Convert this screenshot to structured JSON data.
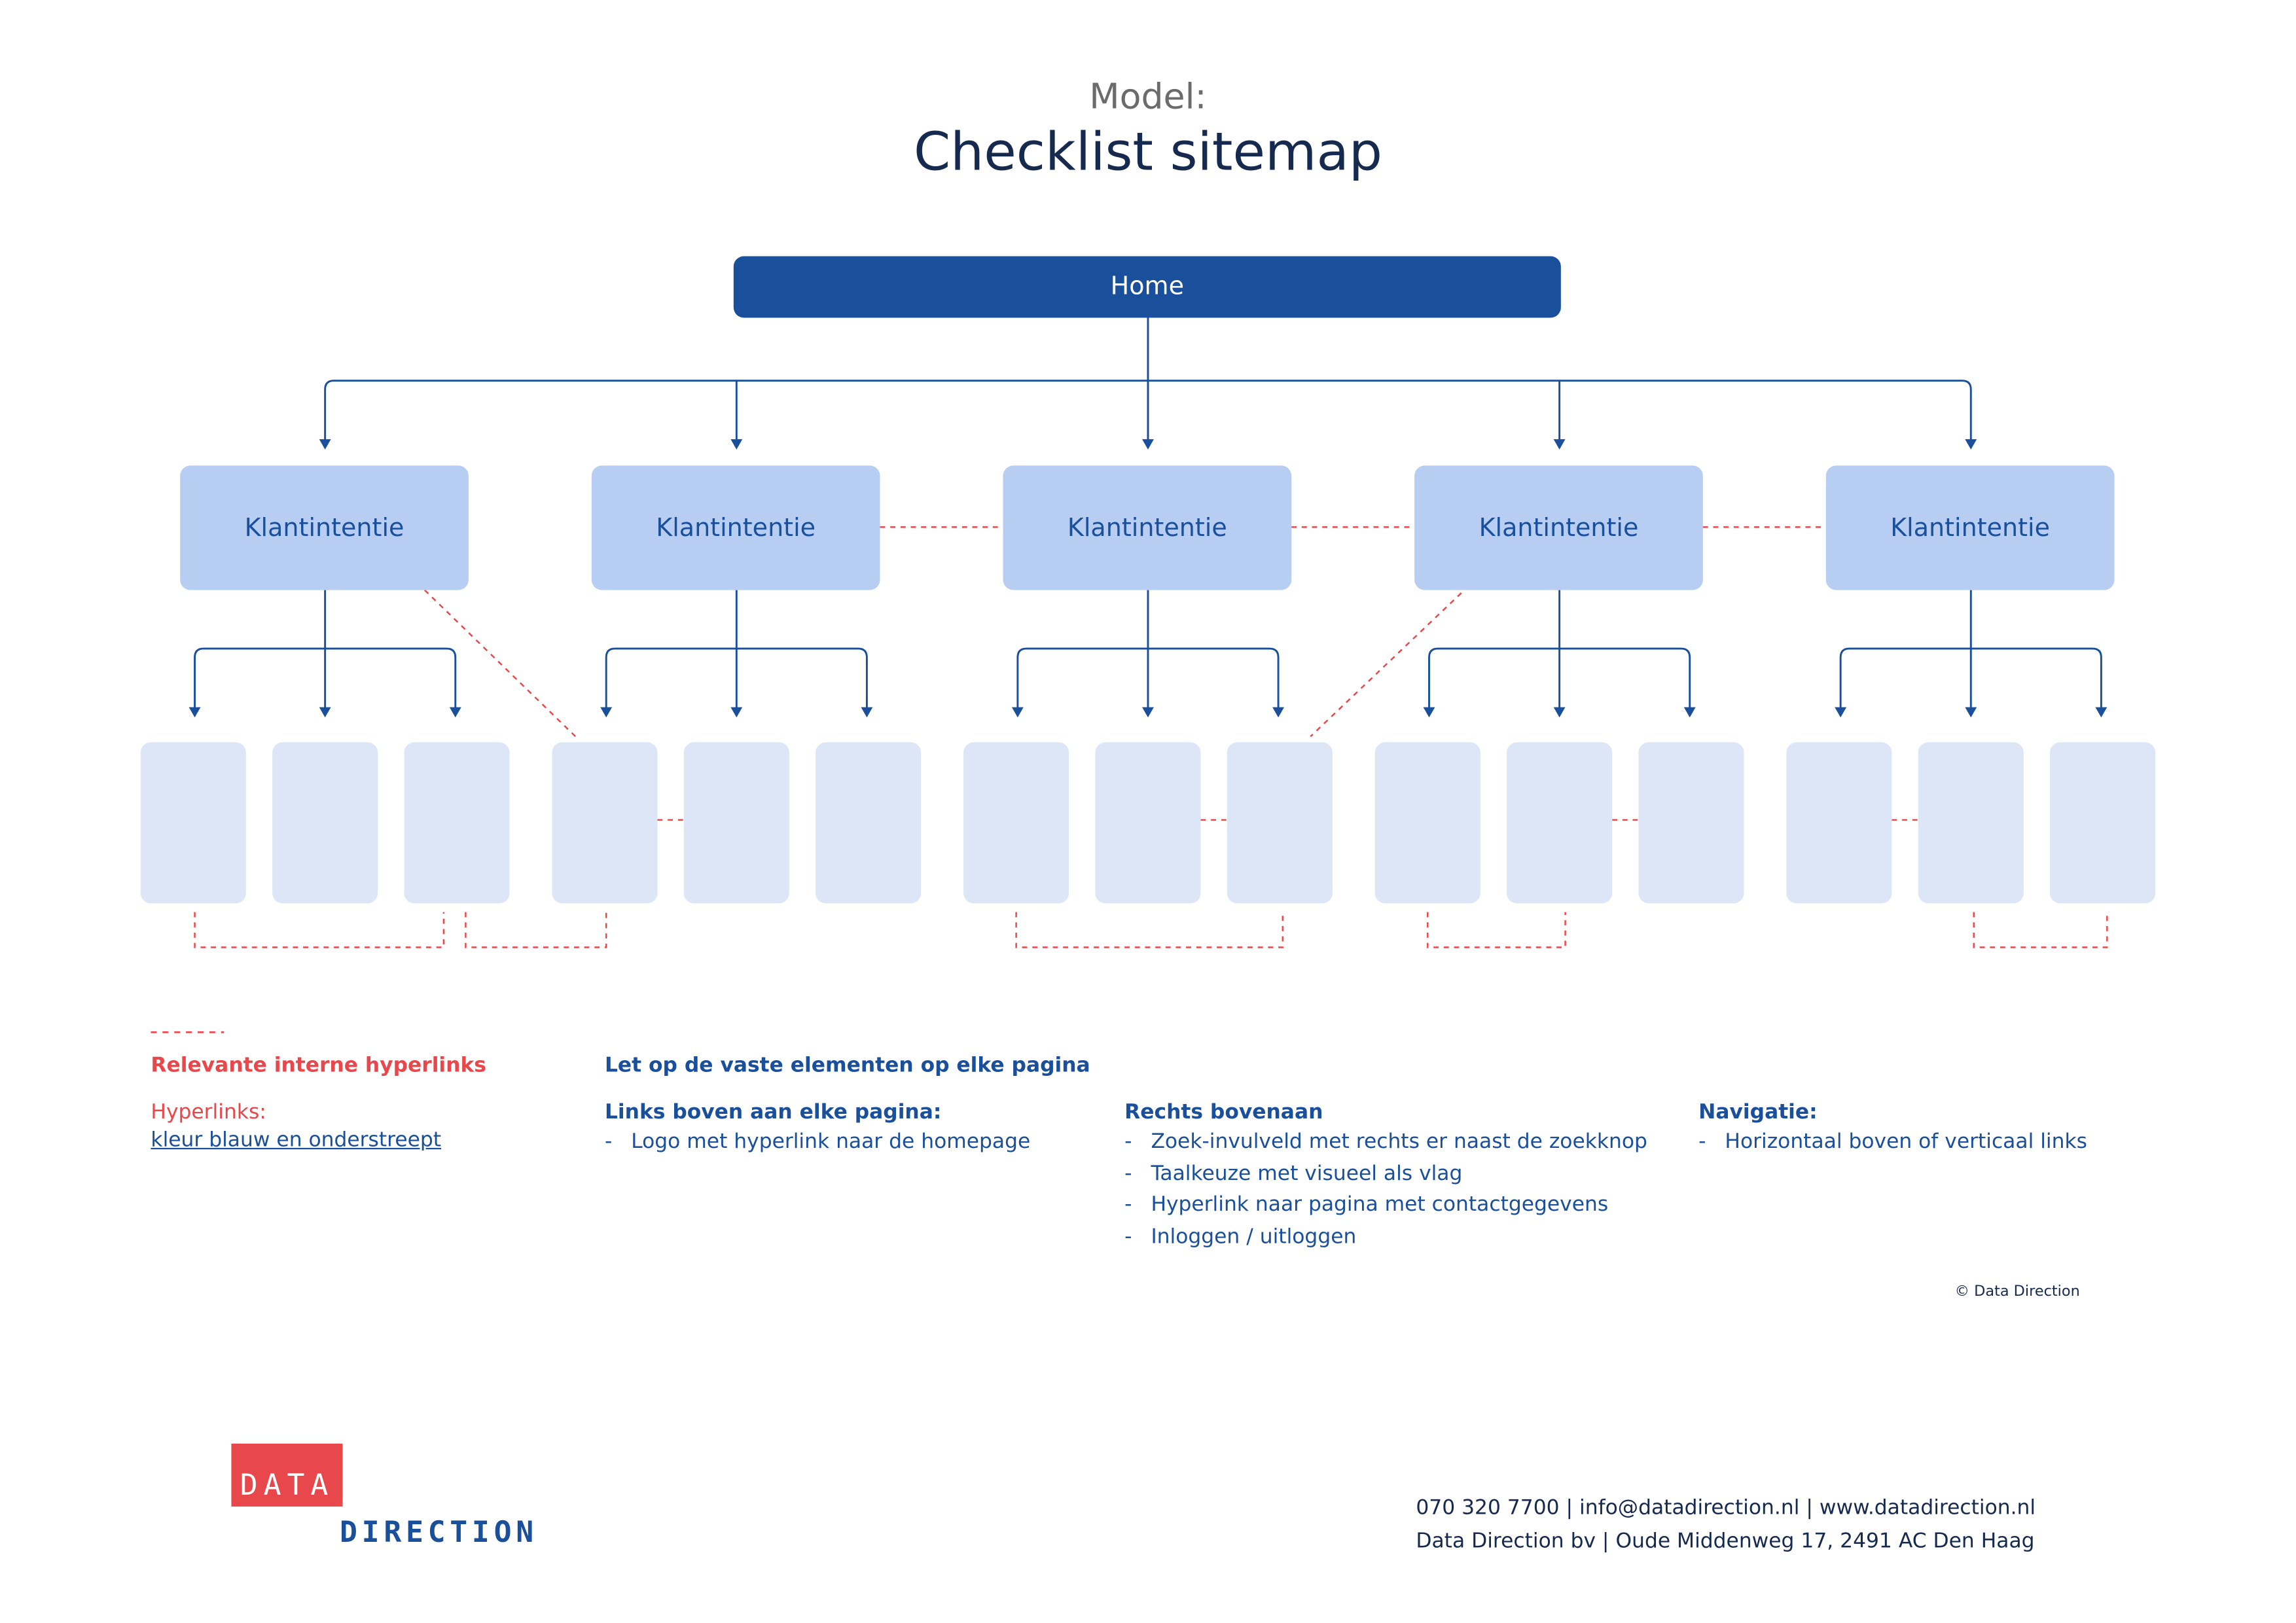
{
  "header": {
    "subtitle": "Model:",
    "title": "Checklist sitemap"
  },
  "sitemap": {
    "root": "Home",
    "level1": [
      "Klantintentie",
      "Klantintentie",
      "Klantintentie",
      "Klantintentie",
      "Klantintentie"
    ],
    "children_per_node": 3
  },
  "legend": {
    "dashed_label": "Relevante interne hyperlinks",
    "hyperlinks_label": "Hyperlinks:",
    "hyperlinks_example": "kleur blauw en onderstreept"
  },
  "notes": {
    "heading": "Let op de vaste elementen op elke pagina",
    "sections": [
      {
        "title": "Links boven aan elke pagina:",
        "items": [
          "Logo met hyperlink naar de homepage"
        ]
      },
      {
        "title": "Rechts bovenaan",
        "items": [
          "Zoek-invulveld met rechts er naast de zoekknop",
          "Taalkeuze met visueel als vlag",
          "Hyperlink naar pagina met contactgegevens",
          "Inloggen / uitloggen"
        ]
      },
      {
        "title": "Navigatie:",
        "items": [
          "Horizontaal boven of verticaal links"
        ]
      }
    ],
    "bullet": "-"
  },
  "copyright": "© Data Direction",
  "logo": {
    "top": "DATA",
    "bottom": "DIRECTION"
  },
  "contact": {
    "line1": "070 320 7700  |  info@datadirection.nl  |  www.datadirection.nl",
    "line2": "Data Direction bv  |  Oude Middenweg 17, 2491 AC Den Haag"
  },
  "colors": {
    "navy": "#16294f",
    "blue": "#1a4f9c",
    "light_blue": "#b8cdf2",
    "pale_blue": "#dce6f7",
    "red": "#e8474b"
  }
}
